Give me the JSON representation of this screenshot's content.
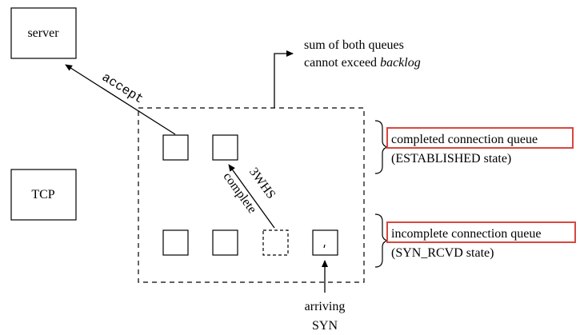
{
  "labels": {
    "server": "server",
    "tcp": "TCP",
    "accept": "accept",
    "sum_line1": "sum of both queues",
    "sum_line2_prefix": "cannot exceed ",
    "sum_line2_italic": "backlog",
    "threewhs": "3WHS",
    "complete": "complete",
    "arriving": "arriving",
    "syn": "SYN",
    "completed_queue": "completed connection queue",
    "completed_state": "(ESTABLISHED state)",
    "incomplete_queue": "incomplete connection queue",
    "incomplete_state": "(SYN_RCVD state)"
  },
  "colors": {
    "ink": "#000000",
    "highlight": "#d9463f"
  }
}
